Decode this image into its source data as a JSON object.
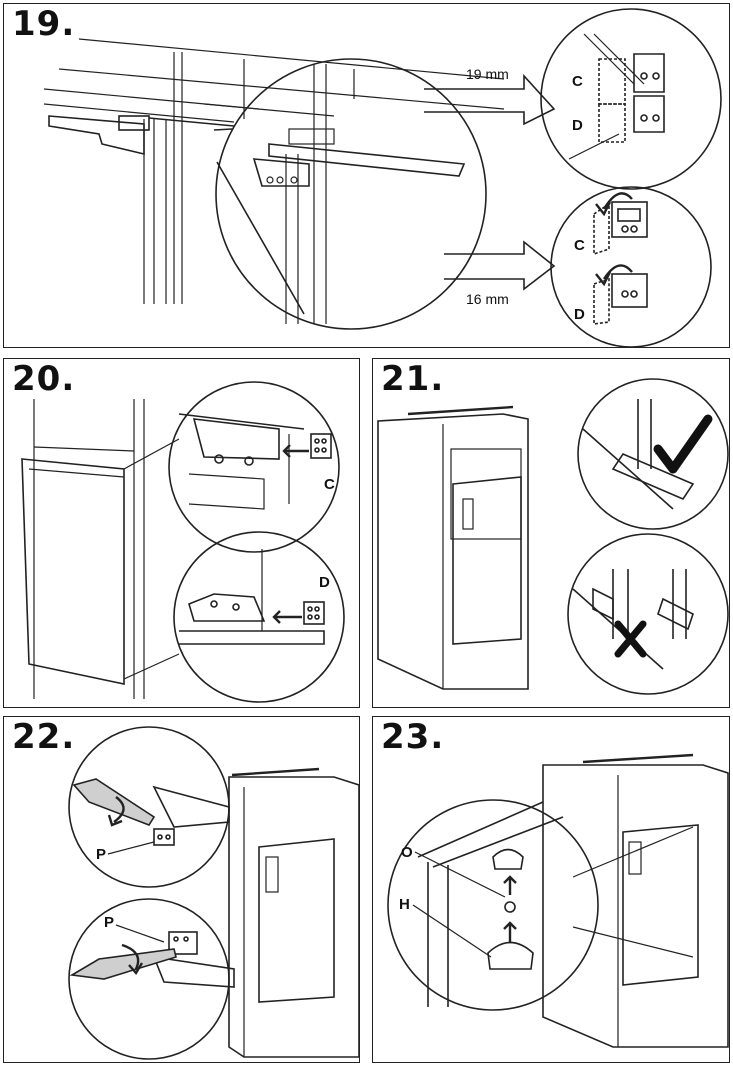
{
  "panels": {
    "p19": {
      "step": "19.",
      "dim_top": "19 mm",
      "dim_bottom": "16 mm",
      "label_c1": "C",
      "label_d1": "D",
      "label_c2": "C",
      "label_d2": "D"
    },
    "p20": {
      "step": "20.",
      "label_c": "C",
      "label_d": "D"
    },
    "p21": {
      "step": "21."
    },
    "p22": {
      "step": "22.",
      "label_p1": "P",
      "label_p2": "P"
    },
    "p23": {
      "step": "23.",
      "label_o": "O",
      "label_h": "H"
    }
  },
  "icons": {
    "correct": "check-mark-icon",
    "wrong": "cross-mark-icon",
    "rotate": "rotate-arrow-icon"
  },
  "colors": {
    "ink": "#222222",
    "panel_border": "#222222",
    "background": "#ffffff",
    "shade": "#8a8a8a"
  }
}
